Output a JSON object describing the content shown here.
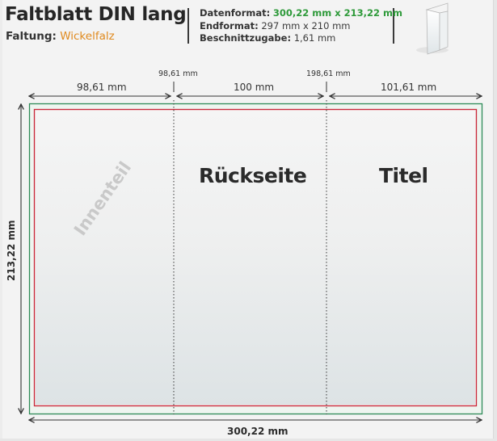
{
  "header": {
    "title": "Faltblatt DIN lang",
    "folding_label": "Faltung:",
    "folding_value": "Wickelfalz",
    "specs": [
      {
        "label": "Datenformat:",
        "value": "300,22 mm x 213,22 mm",
        "highlight": true
      },
      {
        "label": "Endformat:",
        "value": "297 mm x 210 mm",
        "highlight": false
      },
      {
        "label": "Beschnittzugabe:",
        "value": "1,61 mm",
        "highlight": false
      }
    ],
    "icon": "tri-fold-brochure-icon"
  },
  "dimensions": {
    "top_segments": [
      {
        "label": "98,61 mm"
      },
      {
        "label": "100 mm"
      },
      {
        "label": "101,61 mm"
      }
    ],
    "fold_markers": [
      {
        "label": "98,61 mm"
      },
      {
        "label": "198,61 mm"
      }
    ],
    "total_width": "300,22 mm",
    "total_height": "213,22 mm"
  },
  "panels": [
    {
      "name": "inner-panel",
      "label": "Innenteil",
      "style": "watermark"
    },
    {
      "name": "back-panel",
      "label": "Rückseite",
      "style": "title"
    },
    {
      "name": "cover-panel",
      "label": "Titel",
      "style": "title"
    }
  ],
  "colors": {
    "background": "#f3f3f3",
    "bleed_border": "#2e8b57",
    "trim_border": "#c8283a",
    "highlight_text": "#2e9a3a",
    "folding_value_text": "#e08a1e",
    "panel_fill_top": "#f4f4f4",
    "panel_fill_bottom": "#dde3e5"
  }
}
